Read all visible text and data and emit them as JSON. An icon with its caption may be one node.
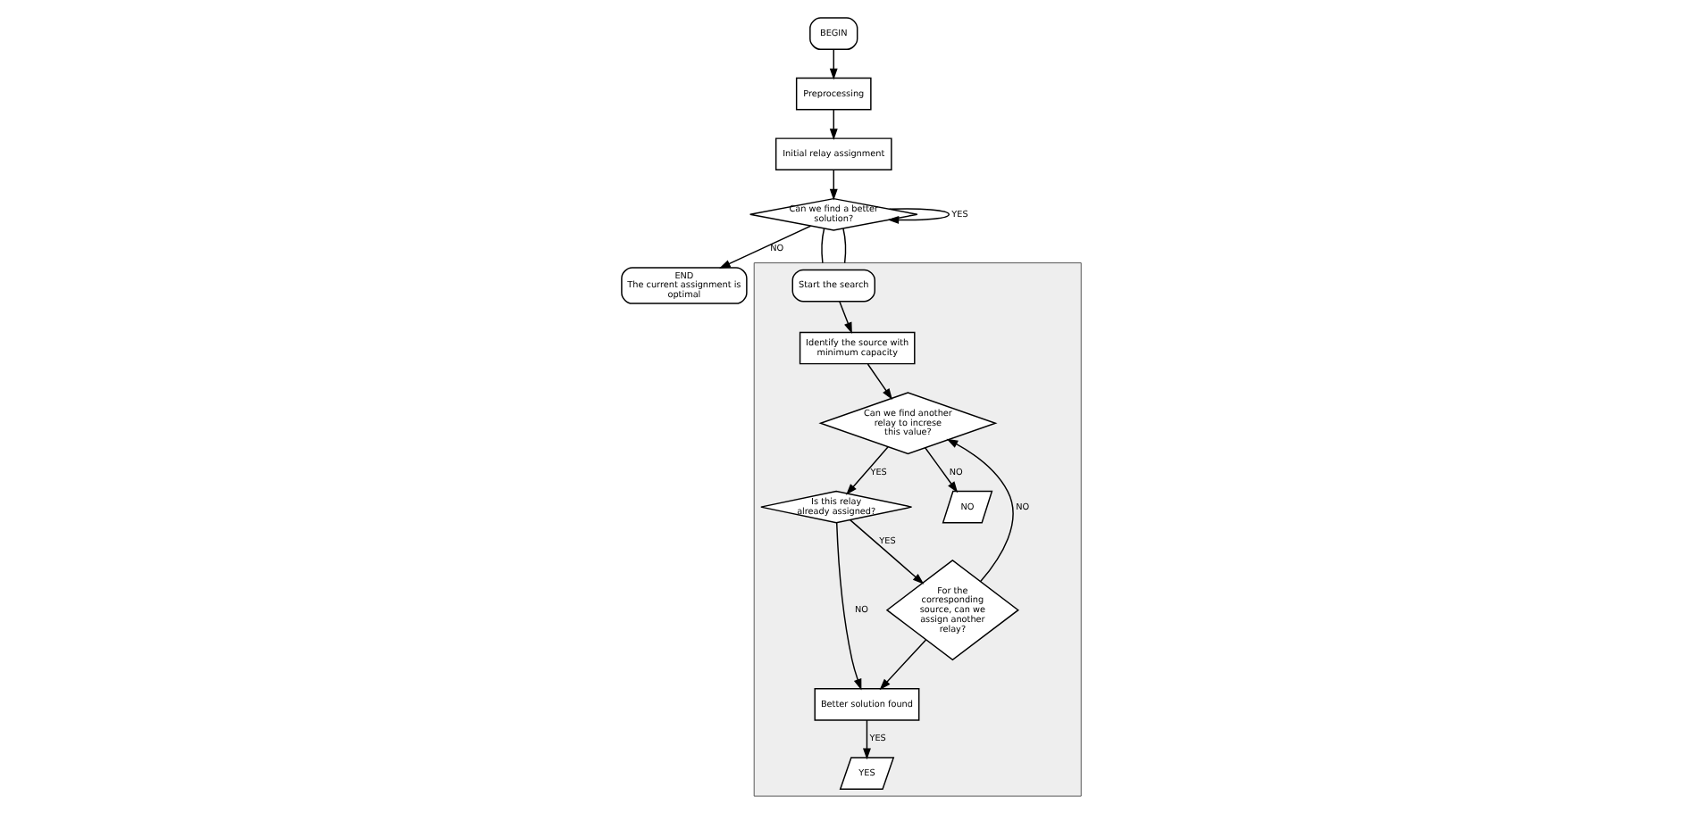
{
  "diagram": {
    "nodes": [
      {
        "text": [
          "BEGIN"
        ]
      },
      {
        "text": [
          "Preprocessing"
        ]
      },
      {
        "text": [
          "Initial relay assignment"
        ]
      },
      {
        "text": [
          "Can we find a better solution?"
        ]
      },
      {
        "text": [
          "END",
          "The current assignment is optimal"
        ]
      },
      {
        "text": [],
        "shape": "box"
      },
      {
        "text": [
          "Start the search"
        ],
        "in": 5
      },
      {
        "text": [
          "Identify the source with minimum capacity"
        ],
        "in": 5
      },
      {
        "text": [
          "Can we find another relay to increse this value?"
        ],
        "in": 5
      },
      {
        "text": [
          "Is this relay already assigned?"
        ],
        "in": 5
      },
      {
        "text": [
          "For the corresponding source, can we assign another relay?"
        ],
        "in": 5
      },
      {
        "text": [
          "Better solution found"
        ],
        "in": 5
      },
      {
        "text": [
          "NO"
        ],
        "in": 5
      },
      {
        "text": [
          "YES"
        ],
        "in": 5
      }
    ],
    "edges": [
      {
        "from": 0,
        "to": 1,
        "arrow": "to"
      },
      {
        "from": 1,
        "to": 2,
        "arrow": "to"
      },
      {
        "from": 2,
        "to": 3,
        "arrow": "to"
      },
      {
        "from": 3,
        "to": 3,
        "arrow": "to",
        "label": "YES"
      },
      {
        "from": 3,
        "to": 4,
        "arrow": "to",
        "label": "NO"
      },
      {
        "from": 3,
        "to": 5,
        "arrow": "none"
      },
      {
        "from": 3,
        "to": 5,
        "arrow": "none"
      },
      {
        "from": 6,
        "to": 7,
        "arrow": "to"
      },
      {
        "from": 7,
        "to": 8,
        "arrow": "to"
      },
      {
        "from": 8,
        "to": 9,
        "arrow": "to",
        "label": "YES"
      },
      {
        "from": 8,
        "to": 12,
        "arrow": "to",
        "label": "NO"
      },
      {
        "from": 9,
        "to": 10,
        "arrow": "to",
        "label": "YES"
      },
      {
        "from": 9,
        "to": 11,
        "arrow": "to",
        "label": "NO"
      },
      {
        "from": 10,
        "to": 8,
        "arrow": "to",
        "label": "NO"
      },
      {
        "from": 10,
        "to": 11,
        "arrow": "to"
      },
      {
        "from": 11,
        "to": 13,
        "arrow": "to",
        "label": "YES"
      }
    ]
  }
}
